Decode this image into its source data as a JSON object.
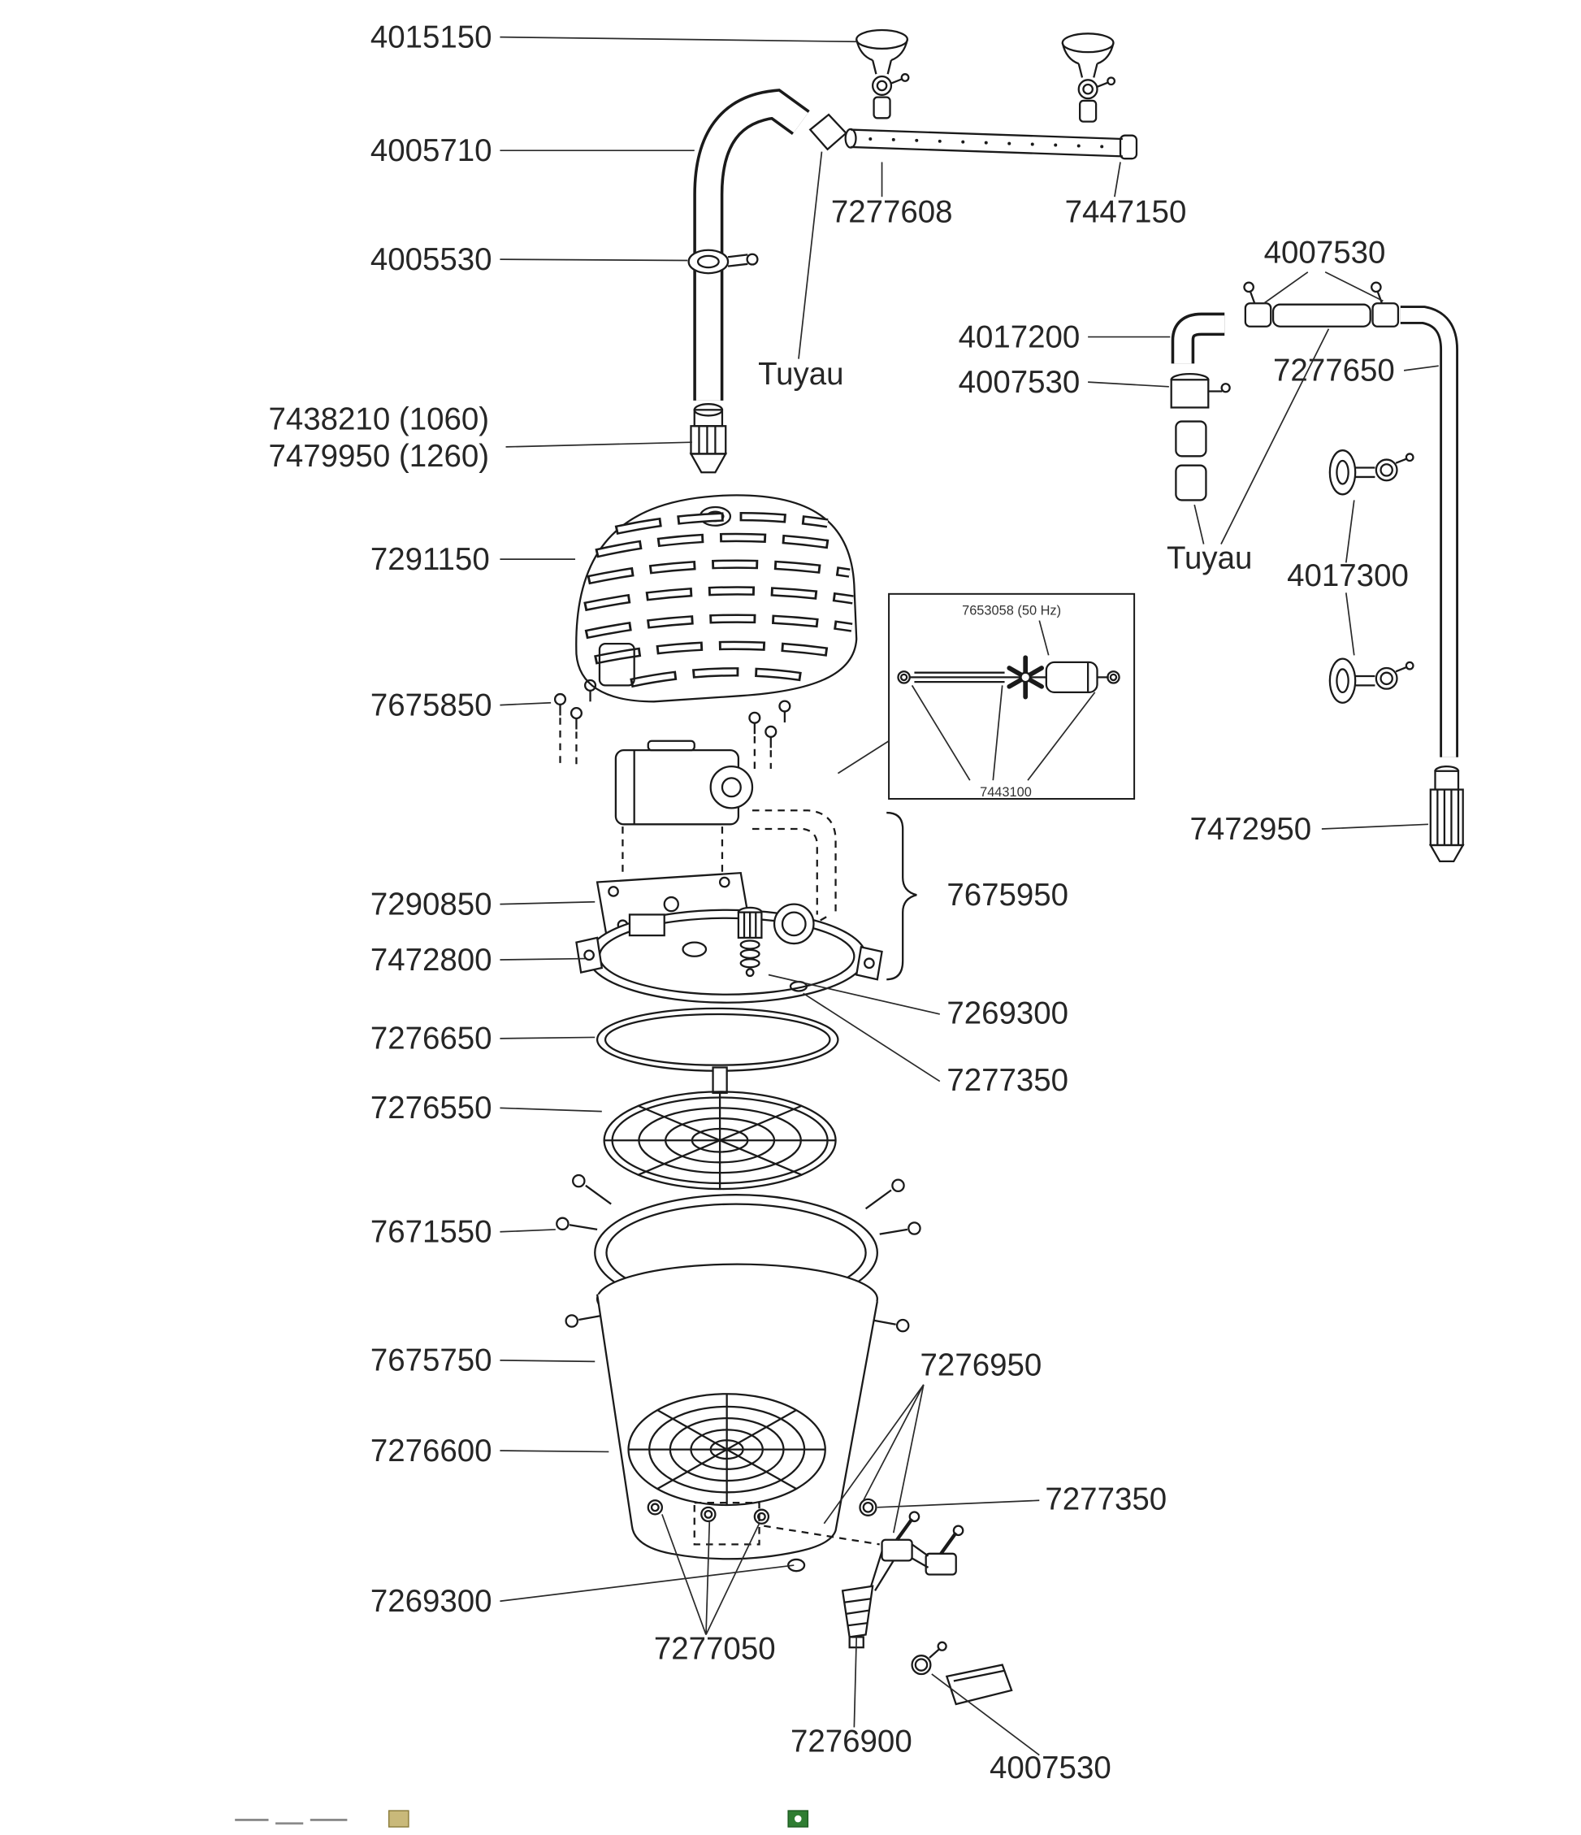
{
  "document": {
    "type": "exploded-parts-diagram",
    "background": "#ffffff",
    "ink": "#1a1a1a",
    "label_color": "#262626"
  },
  "labels": {
    "p4015150": "4015150",
    "p4005710": "4005710",
    "p7277608": "7277608",
    "p7447150": "7447150",
    "p4005530": "4005530",
    "tuyau_left": "Tuyau",
    "p4007530_top": "4007530",
    "p4017200": "4017200",
    "p4007530_mid": "4007530",
    "p7277650": "7277650",
    "tuyau_right": "Tuyau",
    "p4017300": "4017300",
    "p7438210": "7438210 (1060)",
    "p7479950": "7479950 (1260)",
    "p7291150": "7291150",
    "p7675850": "7675850",
    "inset_top": "7653058  (50 Hz)",
    "inset_bottom": "7443100",
    "p7472950": "7472950",
    "p7290850": "7290850",
    "p7472800": "7472800",
    "p7675950": "7675950",
    "p7269300_top": "7269300",
    "p7277350_top": "7277350",
    "p7276650": "7276650",
    "p7276550": "7276550",
    "p7671550": "7671550",
    "p7675750": "7675750",
    "p7276950": "7276950",
    "p7276600": "7276600",
    "p7277350_bottom": "7277350",
    "p7269300_bottom": "7269300",
    "p7277050": "7277050",
    "p7276900": "7276900",
    "p4007530_bottom": "4007530"
  },
  "artifacts": {
    "left_box_color": "#c9b97a",
    "right_box_color": "#2f7d32"
  }
}
